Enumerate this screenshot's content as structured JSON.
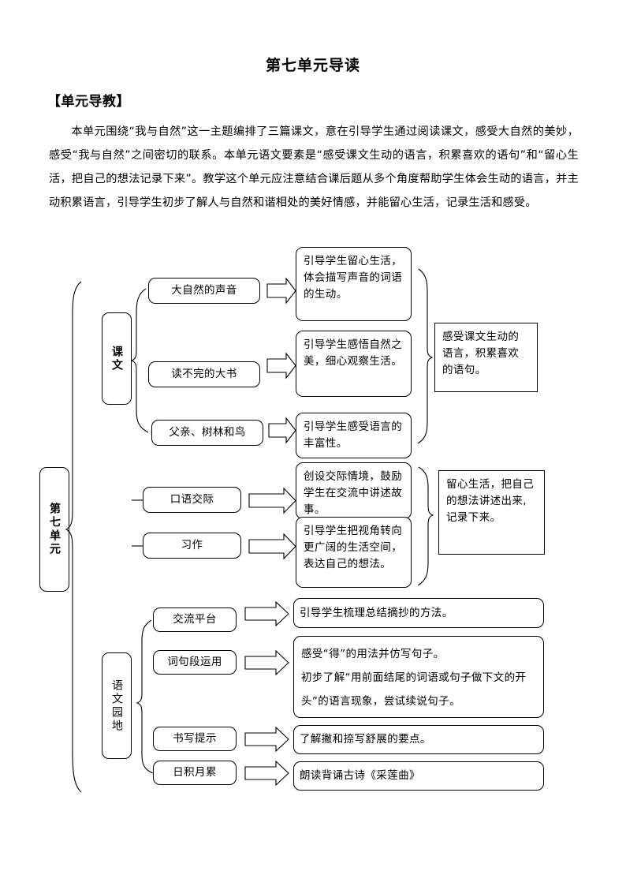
{
  "document": {
    "title": "第七单元导读",
    "section_heading": "【单元导教】",
    "paragraph": "本单元围绕“我与自然”这一主题编排了三篇课文，意在引导学生通过阅读课文，感受大自然的美妙，感受“我与自然”之间密切的联系。本单元语文要素是“感受课文生动的语言，积累喜欢的语句”和“留心生活，把自己的想法记录下来”。教学这个单元应注意结合课后题从多个角度帮助学生体会生动的语言，并主动积累语言，引导学生初步了解人与自然和谐相处的美好情感，并能留心生活，记录生活和感受。"
  },
  "diagram": {
    "root": "第七单元",
    "branches": {
      "kewen": "课文",
      "yuanwendi": "语文园地"
    },
    "items": {
      "lesson1": "大自然的声音",
      "lesson2": "读不完的大书",
      "lesson3": "父亲、树林和鸟",
      "oral": "口语交际",
      "writing": "习作",
      "platform": "交流平台",
      "phrase": "词句段运用",
      "handwriting": "书写提示",
      "accumulation": "日积月累"
    },
    "details": {
      "d1": "引导学生留心生活，体会描写声音的词语的生动。",
      "d2": "引导学生感悟自然之美，细心观察生活。",
      "d3": "引导学生感受语言的丰富性。",
      "d4": "创设交际情境，鼓励学生在交流中讲述故事。",
      "d5": "引导学生把视角转向更广阔的生活空间，表达自己的想法。",
      "d6": "引导学生梳理总结摘抄的方法。",
      "d7": "感受“得”的用法并仿写句子。\n初步了解“用前面结尾的词语或句子做下文的开头”的语言现象，尝试续说句子。",
      "d8": "了解撇和捺写舒展的要点。",
      "d9": "朗读背诵古诗《采莲曲》"
    },
    "summaries": {
      "s1": "感受课文生动的语言，积累喜欢的语句。",
      "s2": "留心生活，把自己的想法讲述出来,记录下来。"
    }
  }
}
